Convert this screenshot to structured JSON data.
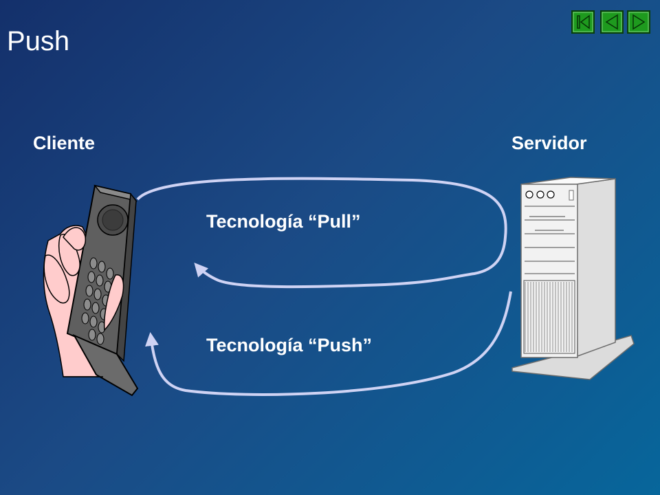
{
  "slide": {
    "title": "Push",
    "client_label": "Cliente",
    "server_label": "Servidor",
    "pull_label": "Tecnología “Pull”",
    "push_label": "Tecnología “Push”"
  },
  "nav": {
    "buttons": [
      "first-slide-icon",
      "previous-slide-icon",
      "next-slide-icon"
    ],
    "color": "#1e9a1e"
  },
  "colors": {
    "background_start": "#14306b",
    "background_end": "#07669b",
    "arrow": "#cfd3f4",
    "skin": "#ffcccc",
    "phone": "#5f5f5f",
    "server": "#f2f2f2"
  },
  "diagram": {
    "nodes": [
      "client-phone",
      "server-tower"
    ],
    "edges": [
      {
        "from": "client-phone",
        "to": "server-tower",
        "label_ref": "pull_label",
        "returns_to": "client-phone"
      },
      {
        "from": "server-tower",
        "to": "client-phone",
        "label_ref": "push_label"
      }
    ]
  }
}
